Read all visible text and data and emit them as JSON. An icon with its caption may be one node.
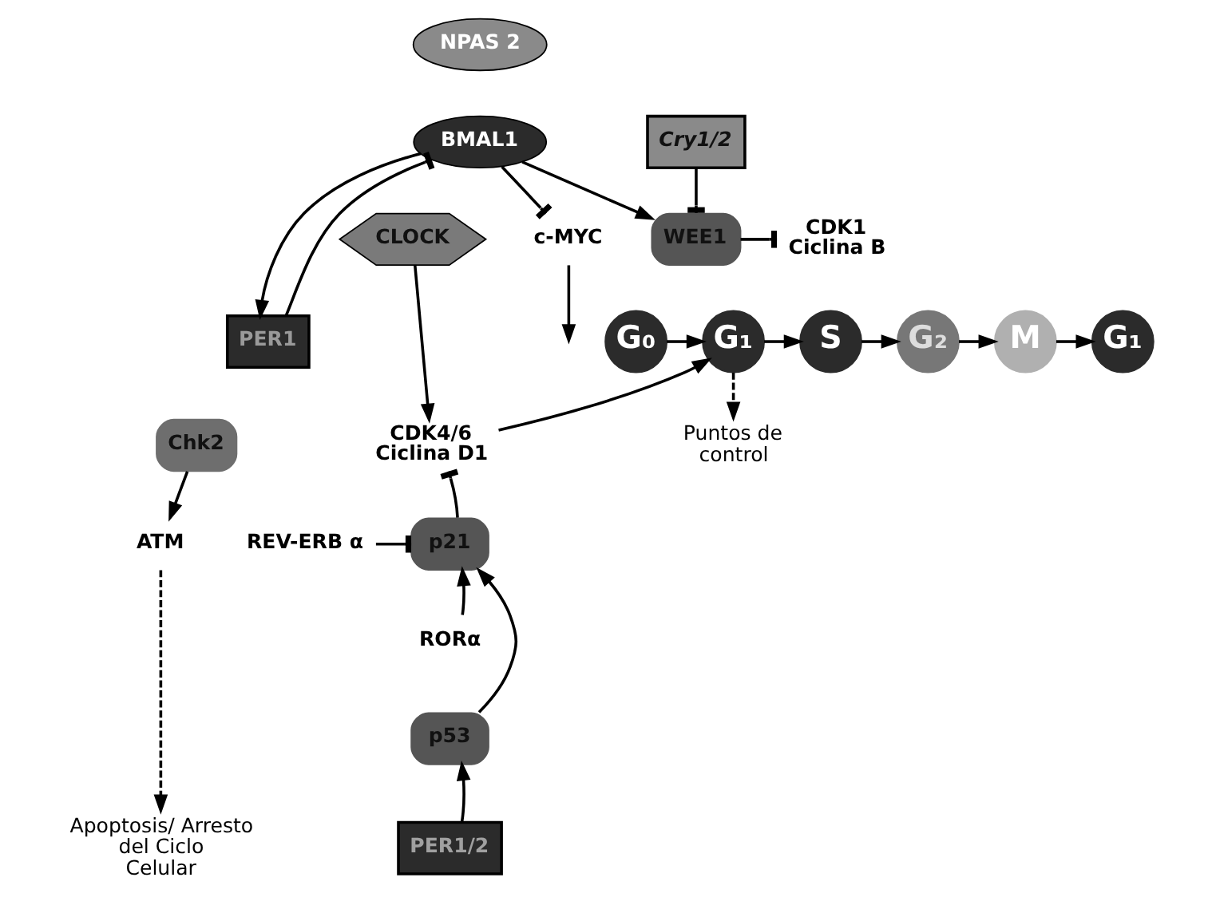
{
  "diagram": {
    "nodes": [
      {
        "text": [
          "NPAS 2"
        ]
      },
      {
        "text": [
          "BMAL1"
        ]
      },
      {
        "text": [
          "CLOCK"
        ]
      },
      {
        "text": [
          "PER1"
        ]
      },
      {
        "text": [
          "Chk2"
        ]
      },
      {
        "text": [
          "c-MYC"
        ]
      },
      {
        "text": [
          "Cry1/2"
        ]
      },
      {
        "text": [
          "WEE1"
        ]
      },
      {
        "text": [
          "CDK1 Ciclina B"
        ]
      },
      {
        "text": [
          "G₀"
        ]
      },
      {
        "text": [
          "G₁"
        ]
      },
      {
        "text": [
          "S"
        ]
      },
      {
        "text": [
          "G₂"
        ]
      },
      {
        "text": [
          "M"
        ]
      },
      {
        "text": [
          "G₁"
        ]
      },
      {
        "text": [
          "CDK4/6 Ciclina D1"
        ]
      },
      {
        "text": [
          "Puntos de control"
        ]
      },
      {
        "text": [
          "ATM"
        ]
      },
      {
        "text": [
          "Apoptosis/ Arresto del Ciclo Celular"
        ]
      },
      {
        "text": [
          "p21"
        ]
      },
      {
        "text": [
          "REV-ERB α"
        ]
      },
      {
        "text": [
          "RORα"
        ]
      },
      {
        "text": [
          "p53"
        ]
      },
      {
        "text": [
          "PER1/2"
        ]
      }
    ],
    "edges": [
      {
        "from": 1,
        "to": 5,
        "arrow": "other"
      },
      {
        "from": 1,
        "to": 7,
        "arrow": "to"
      },
      {
        "from": 6,
        "to": 7,
        "arrow": "other"
      },
      {
        "from": 7,
        "to": 8,
        "arrow": "other"
      },
      {
        "from": 3,
        "to": 1,
        "arrow": "other"
      },
      {
        "from": 1,
        "to": 3,
        "arrow": "to"
      },
      {
        "from": 2,
        "to": 15,
        "arrow": "to"
      },
      {
        "from": 5,
        "to": null,
        "arrow": "to"
      },
      {
        "from": 9,
        "to": 10,
        "arrow": "to"
      },
      {
        "from": 10,
        "to": 11,
        "arrow": "to"
      },
      {
        "from": 11,
        "to": 12,
        "arrow": "to"
      },
      {
        "from": 12,
        "to": 13,
        "arrow": "to"
      },
      {
        "from": 13,
        "to": 14,
        "arrow": "to"
      },
      {
        "from": 10,
        "to": 16,
        "arrow": "to",
        "style": "dashed"
      },
      {
        "from": 15,
        "to": 10,
        "arrow": "to"
      },
      {
        "from": 4,
        "to": 17,
        "arrow": "to"
      },
      {
        "from": 17,
        "to": 18,
        "arrow": "to",
        "style": "dashed"
      },
      {
        "from": 19,
        "to": 15,
        "arrow": "other"
      },
      {
        "from": 20,
        "to": 19,
        "arrow": "other"
      },
      {
        "from": 21,
        "to": 19,
        "arrow": "to"
      },
      {
        "from": 22,
        "to": 19,
        "arrow": "to"
      },
      {
        "from": 23,
        "to": 22,
        "arrow": "to"
      }
    ]
  }
}
